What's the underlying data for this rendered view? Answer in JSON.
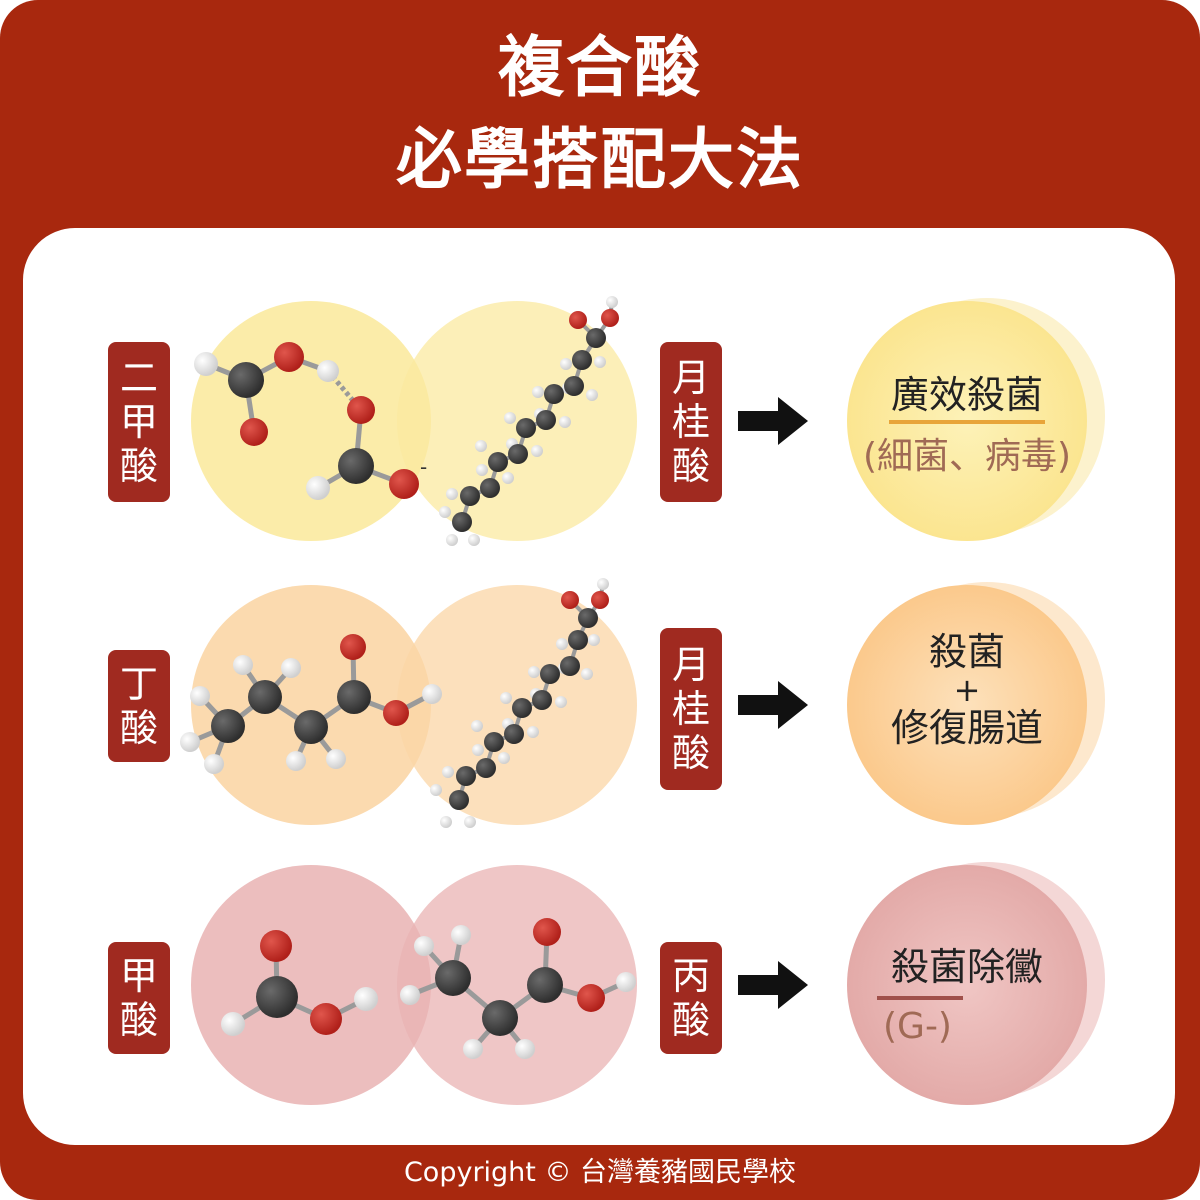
{
  "title": {
    "line1": "複合酸",
    "line2": "必學搭配大法"
  },
  "copyright": "Copyright © 台灣養豬國民學校",
  "colors": {
    "frame": "#a8280e",
    "tag": "#a02a20",
    "row1_circle": "#fbeaa0",
    "row2_circle": "#fbd6a6",
    "row3_circle": "#e9b3b3",
    "carbon": "#3a3a3a",
    "oxygen": "#c8322a",
    "hydrogen": "#e6e6e6"
  },
  "rows": [
    {
      "left_tag": [
        "二",
        "甲",
        "酸"
      ],
      "right_tag": [
        "月",
        "桂",
        "酸"
      ],
      "result": {
        "main": "廣效殺菌",
        "sub": "(細菌、病毒)",
        "underline_color": "#e8a53a"
      },
      "charge_mark": "-"
    },
    {
      "left_tag": [
        "丁",
        "酸"
      ],
      "right_tag": [
        "月",
        "桂",
        "酸"
      ],
      "result": {
        "line1": "殺菌",
        "line2": "+",
        "line3": "修復腸道"
      }
    },
    {
      "left_tag": [
        "甲",
        "酸"
      ],
      "right_tag": [
        "丙",
        "酸"
      ],
      "result": {
        "main": "殺菌除黴",
        "sub": "(G-)",
        "underline_color": "#a0504a"
      }
    }
  ],
  "icons": {
    "arrow": "arrow-right-icon",
    "molecule": "molecule-model-icon"
  }
}
